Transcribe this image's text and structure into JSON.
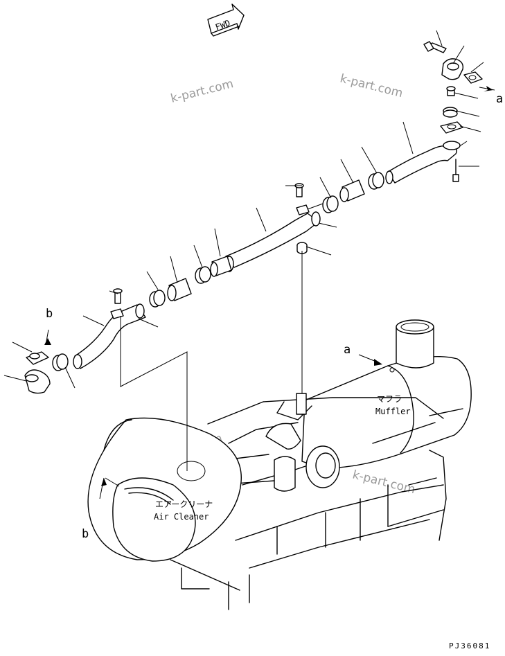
{
  "fwd_label": "FWD",
  "callouts": {
    "a": "a",
    "b": "b"
  },
  "muffler": {
    "jp": "マフラ",
    "en": "Muffler"
  },
  "air_cleaner": {
    "jp": "エアークリーナ",
    "en": "Air Cleaner"
  },
  "watermark": "k-part.com",
  "drawing_no": "PJ36081"
}
